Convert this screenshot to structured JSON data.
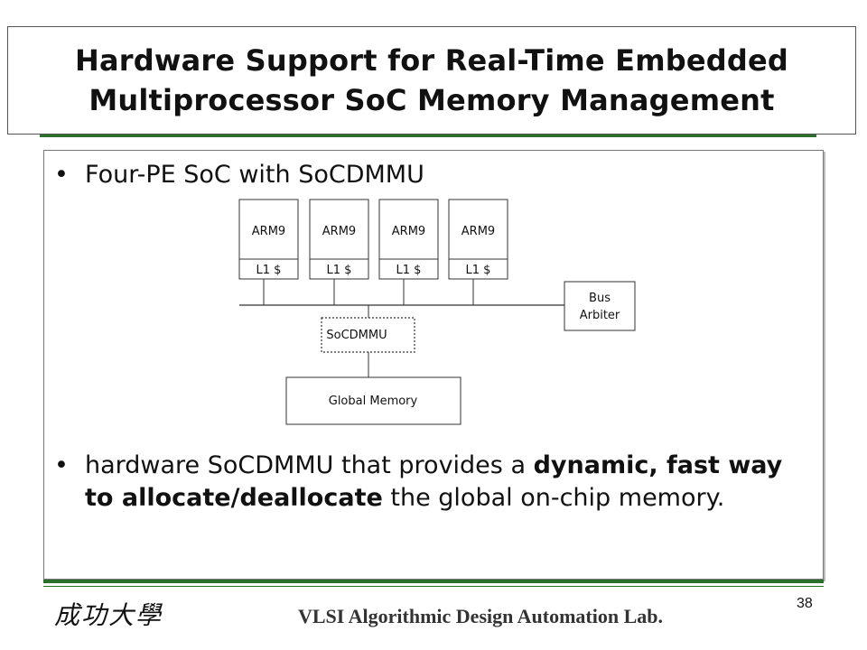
{
  "title": {
    "line1": "Hardware Support for Real-Time Embedded",
    "line2": "Multiprocessor SoC Memory Management"
  },
  "bullets": [
    {
      "text": "Four-PE SoC with SoCDMMU"
    },
    {
      "part1": "hardware SoCDMMU that provides a ",
      "bold": "dynamic, fast way to allocate/deallocate",
      "part2": " the global on-chip memory."
    }
  ],
  "diagram": {
    "processors": [
      {
        "name": "ARM9",
        "cache": "L1 $"
      },
      {
        "name": "ARM9",
        "cache": "L1 $"
      },
      {
        "name": "ARM9",
        "cache": "L1 $"
      },
      {
        "name": "ARM9",
        "cache": "L1 $"
      }
    ],
    "arbiter_line1": "Bus",
    "arbiter_line2": "Arbiter",
    "mmu_label": "SoCDMMU",
    "memory_label": "Global Memory"
  },
  "footer": {
    "university": "成功大學",
    "lab": "VLSI Algorithmic Design Automation Lab.",
    "page_number": "38"
  }
}
